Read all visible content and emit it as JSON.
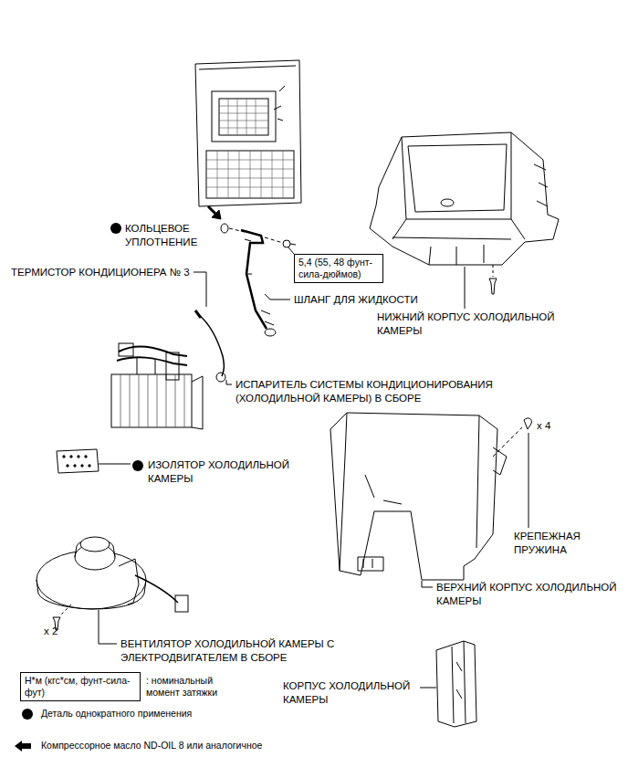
{
  "diagram": {
    "nodes": [
      {
        "text": [
          "5,4 (55, 48 фунт-сила-дюймов)"
        ]
      },
      {
        "text": [
          "Н*м (кгс*см, фунт-сила-фут)"
        ]
      }
    ],
    "labels": [
      "КОЛЬЦЕВОЕ УПЛОТНЕНИЕ",
      "ТЕРМИСТОР КОНДИЦИОНЕРА № 3",
      "ШЛАНГ ДЛЯ ЖИДКОСТИ",
      "НИЖНИЙ КОРПУС ХОЛОДИЛЬНОЙ КАМЕРЫ",
      "ИСПАРИТЕЛЬ СИСТЕМЫ КОНДИЦИОНИРОВАНИЯ (ХОЛОДИЛЬНОЙ КАМЕРЫ) В СБОРЕ",
      "ИЗОЛЯТОР ХОЛОДИЛЬНОЙ КАМЕРЫ",
      "x 4",
      "КРЕПЕЖНАЯ ПРУЖИНА",
      "ВЕРХНИЙ КОРПУС ХОЛОДИЛЬНОЙ КАМЕРЫ",
      "x 2",
      "ВЕНТИЛЯТОР ХОЛОДИЛЬНОЙ КАМЕРЫ С ЭЛЕКТРОДВИГАТЕЛЕМ В СБОРЕ",
      "КОРПУС ХОЛОДИЛЬНОЙ КАМЕРЫ"
    ],
    "legend": [
      {
        "text": ": номинальный момент затяжки"
      },
      {
        "text": "Деталь однократного применения"
      },
      {
        "text": "Компрессорное масло ND-OIL 8 или аналогичное"
      }
    ]
  }
}
